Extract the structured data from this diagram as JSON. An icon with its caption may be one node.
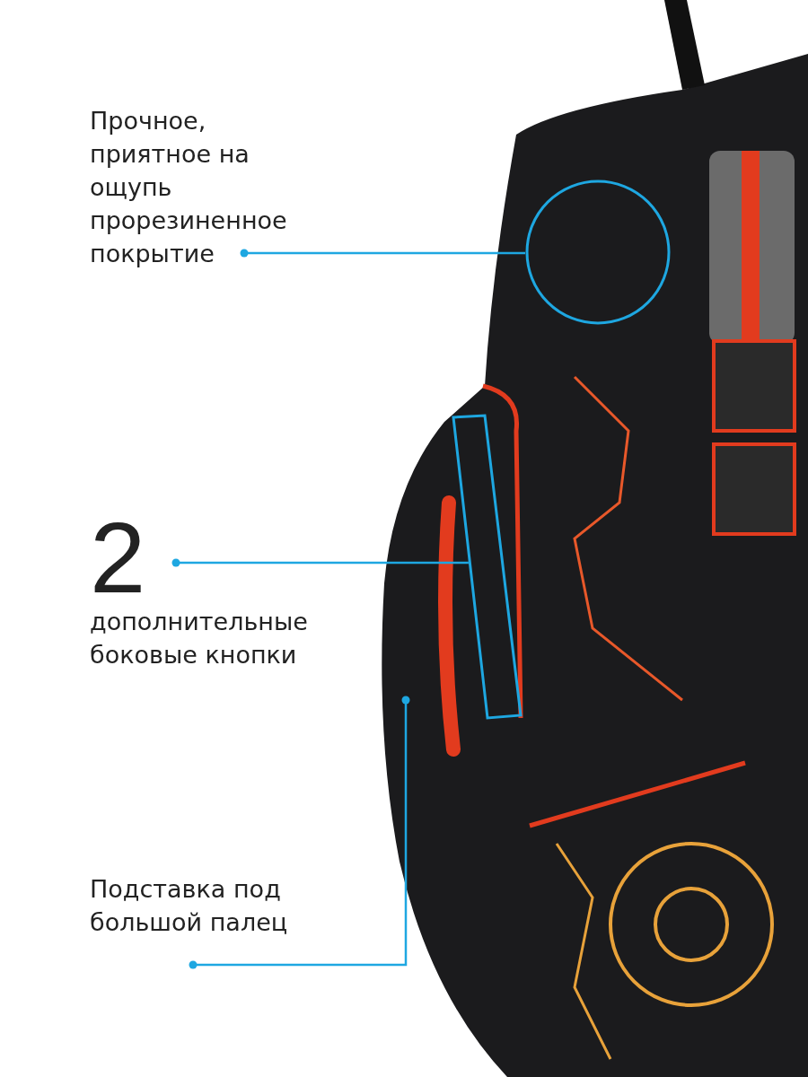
{
  "diagram": {
    "nodes": [
      {
        "text": [
          "Прочное, приятное на ощупь прорезиненное покрытие"
        ]
      },
      {
        "text": [],
        "shape": "circle"
      },
      {
        "text": [
          "2",
          "дополнительные боковые кнопки"
        ]
      },
      {
        "text": [],
        "shape": "box"
      },
      {
        "text": [
          "Подставка под большой палец"
        ]
      }
    ],
    "edges": [
      {
        "from": 0,
        "to": 1,
        "arrow": "other"
      },
      {
        "from": 2,
        "to": 3,
        "arrow": "other"
      },
      {
        "from": 4,
        "to": null,
        "arrow": "other"
      }
    ]
  }
}
